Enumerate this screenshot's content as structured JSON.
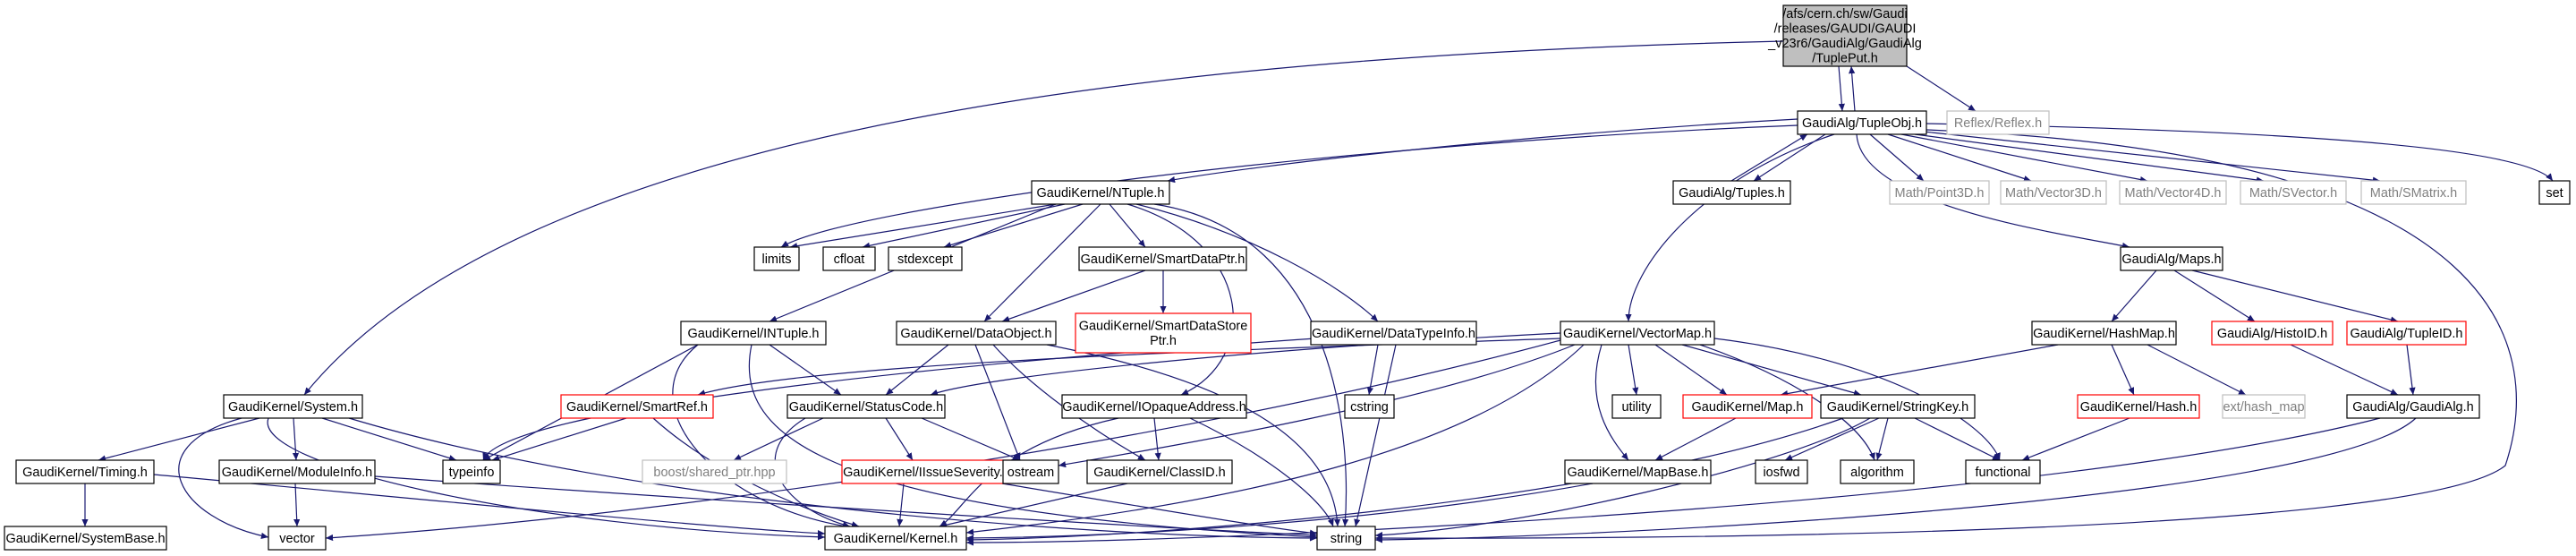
{
  "colors": {
    "focus_fill": "#bfbfbf",
    "edge": "#191970",
    "normal_border": "#000000",
    "missing_border": "#bfbfbf",
    "missing_text": "#808080",
    "red_border": "#ff0000",
    "text": "#000000"
  },
  "nodes": {
    "tupleput": {
      "label": [
        "/afs/cern.ch/sw/Gaudi",
        "/releases/GAUDI/GAUDI",
        "_v23r6/GaudiAlg/GaudiAlg",
        "/TuplePut.h"
      ],
      "kind": "focus"
    },
    "reflex": {
      "label": [
        "Reflex/Reflex.h"
      ],
      "kind": "missing"
    },
    "tupleobj": {
      "label": [
        "GaudiAlg/TupleObj.h"
      ],
      "kind": "normal"
    },
    "ntuple": {
      "label": [
        "GaudiKernel/NTuple.h"
      ],
      "kind": "normal"
    },
    "tuples": {
      "label": [
        "GaudiAlg/Tuples.h"
      ],
      "kind": "normal"
    },
    "point3d": {
      "label": [
        "Math/Point3D.h"
      ],
      "kind": "missing"
    },
    "vector3d": {
      "label": [
        "Math/Vector3D.h"
      ],
      "kind": "missing"
    },
    "vector4d": {
      "label": [
        "Math/Vector4D.h"
      ],
      "kind": "missing"
    },
    "svector": {
      "label": [
        "Math/SVector.h"
      ],
      "kind": "missing"
    },
    "smatrix": {
      "label": [
        "Math/SMatrix.h"
      ],
      "kind": "missing"
    },
    "set": {
      "label": [
        "set"
      ],
      "kind": "normal"
    },
    "limits": {
      "label": [
        "limits"
      ],
      "kind": "normal"
    },
    "cfloat": {
      "label": [
        "cfloat"
      ],
      "kind": "normal"
    },
    "stdexcept": {
      "label": [
        "stdexcept"
      ],
      "kind": "normal"
    },
    "smartdataptr": {
      "label": [
        "GaudiKernel/SmartDataPtr.h"
      ],
      "kind": "normal"
    },
    "smartdatastoreptr": {
      "label": [
        "GaudiKernel/SmartDataStore",
        "Ptr.h"
      ],
      "kind": "red"
    },
    "maps": {
      "label": [
        "GaudiAlg/Maps.h"
      ],
      "kind": "normal"
    },
    "hashmap": {
      "label": [
        "GaudiKernel/HashMap.h"
      ],
      "kind": "normal"
    },
    "histoid": {
      "label": [
        "GaudiAlg/HistoID.h"
      ],
      "kind": "red"
    },
    "tupleid": {
      "label": [
        "GaudiAlg/TupleID.h"
      ],
      "kind": "red"
    },
    "intuple": {
      "label": [
        "GaudiKernel/INTuple.h"
      ],
      "kind": "normal"
    },
    "dataobject": {
      "label": [
        "GaudiKernel/DataObject.h"
      ],
      "kind": "normal"
    },
    "datatypeinfo": {
      "label": [
        "GaudiKernel/DataTypeInfo.h"
      ],
      "kind": "normal"
    },
    "vectormap": {
      "label": [
        "GaudiKernel/VectorMap.h"
      ],
      "kind": "normal"
    },
    "system": {
      "label": [
        "GaudiKernel/System.h"
      ],
      "kind": "normal"
    },
    "smartref": {
      "label": [
        "GaudiKernel/SmartRef.h"
      ],
      "kind": "red"
    },
    "statuscode": {
      "label": [
        "GaudiKernel/StatusCode.h"
      ],
      "kind": "normal"
    },
    "iopaqueaddress": {
      "label": [
        "GaudiKernel/IOpaqueAddress.h"
      ],
      "kind": "normal"
    },
    "cstring": {
      "label": [
        "cstring"
      ],
      "kind": "normal"
    },
    "utility": {
      "label": [
        "utility"
      ],
      "kind": "normal"
    },
    "map": {
      "label": [
        "GaudiKernel/Map.h"
      ],
      "kind": "red"
    },
    "stringkey": {
      "label": [
        "GaudiKernel/StringKey.h"
      ],
      "kind": "normal"
    },
    "hash": {
      "label": [
        "GaudiKernel/Hash.h"
      ],
      "kind": "red"
    },
    "exthashmap": {
      "label": [
        "ext/hash_map"
      ],
      "kind": "missing"
    },
    "gaudialg": {
      "label": [
        "GaudiAlg/GaudiAlg.h"
      ],
      "kind": "normal"
    },
    "timing": {
      "label": [
        "GaudiKernel/Timing.h"
      ],
      "kind": "normal"
    },
    "moduleinfo": {
      "label": [
        "GaudiKernel/ModuleInfo.h"
      ],
      "kind": "normal"
    },
    "typeinfo": {
      "label": [
        "typeinfo"
      ],
      "kind": "normal"
    },
    "sharedptr": {
      "label": [
        "boost/shared_ptr.hpp"
      ],
      "kind": "missing"
    },
    "iseverity": {
      "label": [
        "GaudiKernel/IIssueSeverity.h"
      ],
      "kind": "red"
    },
    "ostream": {
      "label": [
        "ostream"
      ],
      "kind": "normal"
    },
    "classid": {
      "label": [
        "GaudiKernel/ClassID.h"
      ],
      "kind": "normal"
    },
    "mapbase": {
      "label": [
        "GaudiKernel/MapBase.h"
      ],
      "kind": "normal"
    },
    "iosfwd": {
      "label": [
        "iosfwd"
      ],
      "kind": "normal"
    },
    "algorithm": {
      "label": [
        "algorithm"
      ],
      "kind": "normal"
    },
    "functional": {
      "label": [
        "functional"
      ],
      "kind": "normal"
    },
    "systembase": {
      "label": [
        "GaudiKernel/SystemBase.h"
      ],
      "kind": "normal"
    },
    "vector": {
      "label": [
        "vector"
      ],
      "kind": "normal"
    },
    "kernel": {
      "label": [
        "GaudiKernel/Kernel.h"
      ],
      "kind": "normal"
    },
    "string": {
      "label": [
        "string"
      ],
      "kind": "normal"
    }
  }
}
